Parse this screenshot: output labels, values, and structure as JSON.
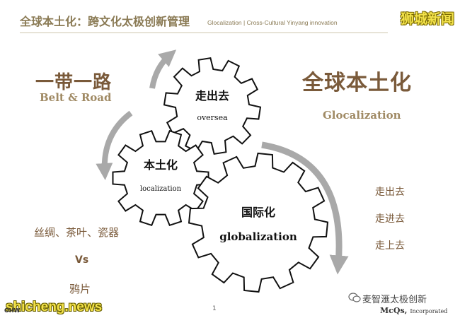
{
  "header": {
    "title": "全球本土化：跨文化太极创新管理",
    "subtitle": "Glocalization | Cross-Cultural Yinyang innovation"
  },
  "brand": {
    "logo_text": "狮城新闻"
  },
  "left_panel": {
    "belt_road_cn": "一带一路",
    "belt_road_en": "Belt & Road",
    "goods": "丝绸、茶叶、瓷器",
    "vs": "Vs",
    "opium": "鸦片"
  },
  "right_panel": {
    "glocal_cn": "全球本土化",
    "glocal_en": "Glocalization",
    "items": [
      "走出去",
      "走进去",
      "走上去"
    ]
  },
  "gears": {
    "top": {
      "cn": "走出去",
      "en": "oversea"
    },
    "middle": {
      "cn": "本土化",
      "en": "localization"
    },
    "bottom": {
      "cn": "国际化",
      "en": "globalization"
    }
  },
  "footer": {
    "page_number": "1",
    "watermark": "shicheng.news",
    "ohw": "OHW",
    "wechat": "麦智滙太极创新",
    "company": "McQs,",
    "company_suffix": "Incorporated"
  },
  "colors": {
    "accent_brown": "#7a5a3a",
    "accent_tan": "#a08a64",
    "arrow_gray": "#a9a9a9",
    "logo_yellow": "#f3e24a"
  }
}
